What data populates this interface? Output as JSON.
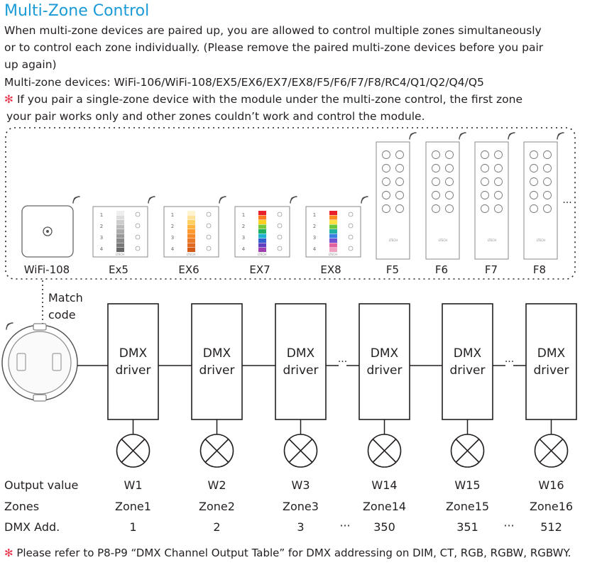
{
  "title": "Multi-Zone Control",
  "intro_line1": "When multi-zone devices are paired up, you are allowed to control multiple zones simultaneously",
  "intro_line2": "or to control each zone individually.  (Please remove the paired multi-zone devices before you pair",
  "intro_line3": "up again)",
  "devices_line": "Multi-zone devices: WiFi-106/WiFi-108/EX5/EX6/EX7/EX8/F5/F6/F7/F8/RC4/Q1/Q2/Q4/Q5",
  "note_star": "✻",
  "note_line1": "If you pair a single-zone device with the module under the multi-zone control, the first zone",
  "note_line2": "your pair works only and other zones couldn’t work and control the module.",
  "devices": [
    "WiFi-108",
    "Ex5",
    "EX6",
    "EX7",
    "EX8",
    "F5",
    "F6",
    "F7",
    "F8"
  ],
  "remote_brand": "LTECH",
  "more_dots": "···",
  "match_code": [
    "Match",
    "code"
  ],
  "driver_line1": "DMX",
  "driver_line2": "driver",
  "table": {
    "row_labels": [
      "Output value",
      "Zones",
      "DMX Add."
    ],
    "output_values": [
      "W1",
      "W2",
      "W3",
      "W14",
      "W15",
      "W16"
    ],
    "zones": [
      "Zone1",
      "Zone2",
      "Zone3",
      "Zone14",
      "Zone15",
      "Zone16"
    ],
    "dmx_addresses": [
      "1",
      "2",
      "3",
      "350",
      "351",
      "512"
    ],
    "ellipsis": "···"
  },
  "footer_star": "✻",
  "footer_text": "Please refer to P8-P9 “DMX Channel Output Table” for DMX addressing on DIM, CT, RGB, RGBW, RGBWY.",
  "colors": {
    "title": "#1a9ad6",
    "star": "#e8334a",
    "line": "#231f20"
  }
}
